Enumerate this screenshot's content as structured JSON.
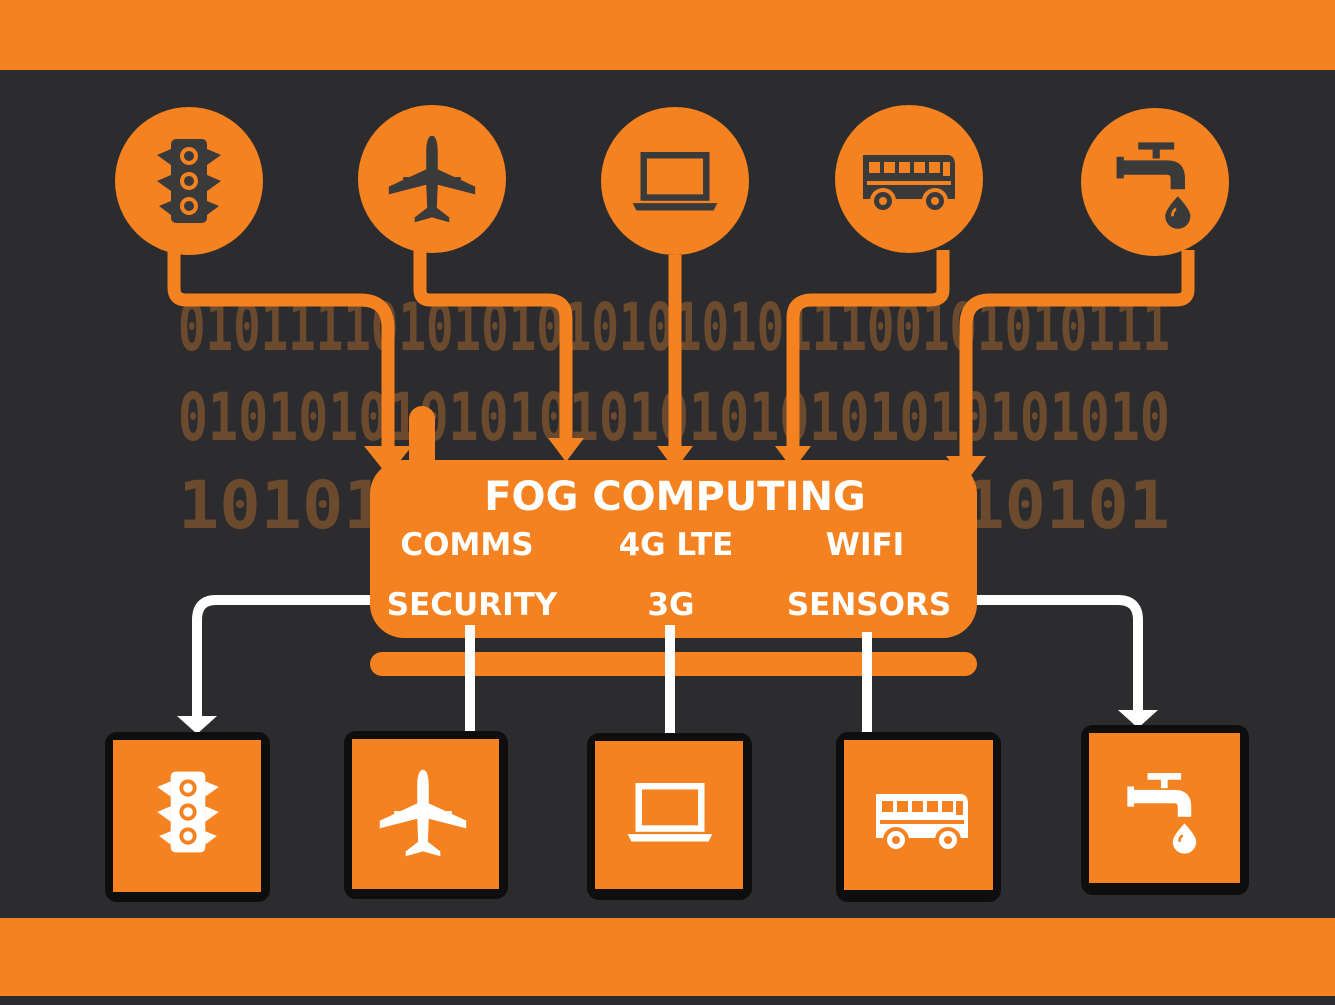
{
  "colors": {
    "background": "#2c2c2e",
    "accent": "#f58220",
    "binary_text": "#6b4a2e",
    "white": "#ffffff",
    "icon_dark": "#3a3a3a",
    "box_border": "#0e0e0e"
  },
  "binary_rows": [
    "010111101010101010101011100101010111",
    "010101010101010101010101010101010",
    "1010101          1010101"
  ],
  "hub": {
    "title": "FOG COMPUTING",
    "labels": [
      "COMMS",
      "4G LTE",
      "WIFI",
      "SECURITY",
      "3G",
      "SENSORS"
    ]
  },
  "sources": [
    {
      "icon": "traffic-light-icon"
    },
    {
      "icon": "airplane-icon"
    },
    {
      "icon": "laptop-icon"
    },
    {
      "icon": "bus-icon"
    },
    {
      "icon": "water-tap-icon"
    }
  ],
  "destinations": [
    {
      "icon": "traffic-light-icon"
    },
    {
      "icon": "airplane-icon"
    },
    {
      "icon": "laptop-icon"
    },
    {
      "icon": "bus-icon"
    },
    {
      "icon": "water-tap-icon"
    }
  ]
}
